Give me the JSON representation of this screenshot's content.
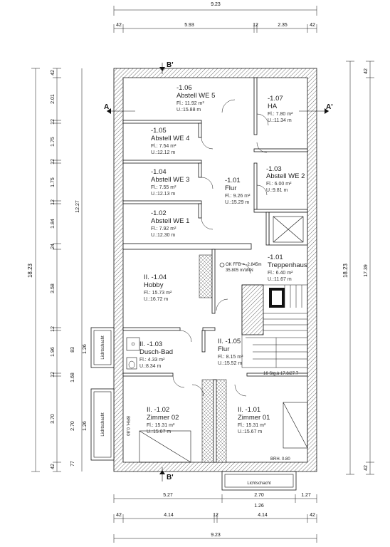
{
  "dims_top": {
    "total": "9.23",
    "segments": [
      "42",
      "5.93",
      "12",
      "2.35",
      "42"
    ]
  },
  "dims_bottom": {
    "total": "9.23",
    "row1": [
      "5.27",
      "2.70",
      "1.27"
    ],
    "row1b": "1.26",
    "row2": [
      "42",
      "4.14",
      "12",
      "4.14",
      "42"
    ]
  },
  "dims_left": {
    "total": "18.23",
    "inner": "12.27",
    "segments": [
      "42",
      "2.01",
      "12",
      "1.75",
      "12",
      "1.75",
      "12",
      "1.84",
      "24",
      "3.58",
      "12",
      "1.96",
      "12",
      "3.70",
      "42"
    ],
    "extra": [
      "83",
      "1.26",
      "1.68",
      "2.70",
      "1.26",
      "77"
    ]
  },
  "dims_right": {
    "total_a": "18.23",
    "total_b": "17.39",
    "segments": [
      "42",
      "42"
    ]
  },
  "section_marks": {
    "a_left": "A",
    "a_right": "A'",
    "b_top": "B'",
    "b_bottom": "B'"
  },
  "rooms": [
    {
      "num": "-1.06",
      "name": "Abstell WE 5",
      "area": "Fl.: 11.92 m²",
      "perim": "U.:15.88 m"
    },
    {
      "num": "-1.07",
      "name": "HA",
      "area": "Fl.: 7.80 m²",
      "perim": "U.:11.34 m"
    },
    {
      "num": "-1.05",
      "name": "Abstell WE 4",
      "area": "Fl.: 7.54 m²",
      "perim": "U.:12.12 m"
    },
    {
      "num": "-1.03",
      "name": "Abstell WE 2",
      "area": "Fl.: 6.00 m²",
      "perim": "U.:9.81 m"
    },
    {
      "num": "-1.04",
      "name": "Abstell WE 3",
      "area": "Fl.: 7.55 m²",
      "perim": "U.:12.13 m"
    },
    {
      "num": "-1.01",
      "name": "Flur",
      "area": "Fl.: 9.26 m²",
      "perim": "U.:15.29 m"
    },
    {
      "num": "-1.02",
      "name": "Abstell WE 1",
      "area": "Fl.: 7.92 m²",
      "perim": "U.:12.30 m"
    },
    {
      "num": "-1.01",
      "name": "Treppenhaus",
      "area": "Fl.: 6.40 m²",
      "perim": "U.:11.67 m"
    },
    {
      "num": "II. -1.04",
      "name": "Hobby",
      "area": "Fl.: 15.73 m²",
      "perim": "U.:16.72 m"
    },
    {
      "num": "II. -1.05",
      "name": "Flur",
      "area": "Fl.: 8.15 m²",
      "perim": "U.:15.52 m"
    },
    {
      "num": "II. -1.03",
      "name": "Dusch-Bad",
      "area": "Fl.: 4.33 m²",
      "perim": "U.:8.34 m"
    },
    {
      "num": "II. -1.02",
      "name": "Zimmer 02",
      "area": "Fl.: 15.31 m²",
      "perim": "U.:15.67 m"
    },
    {
      "num": "II. -1.01",
      "name": "Zimmer 01",
      "area": "Fl.: 15.31 m²",
      "perim": "U.:15.67 m"
    }
  ],
  "labels": {
    "lichtschacht": "Lichtschacht",
    "okffb": "OK FFB = -2.845m",
    "nn": "35.805 m/üNN",
    "stairs": "16 Stg.à 17.8/27.7",
    "brh_right": "BRH. 0.80",
    "brh_left": "BRH. 0.80"
  }
}
